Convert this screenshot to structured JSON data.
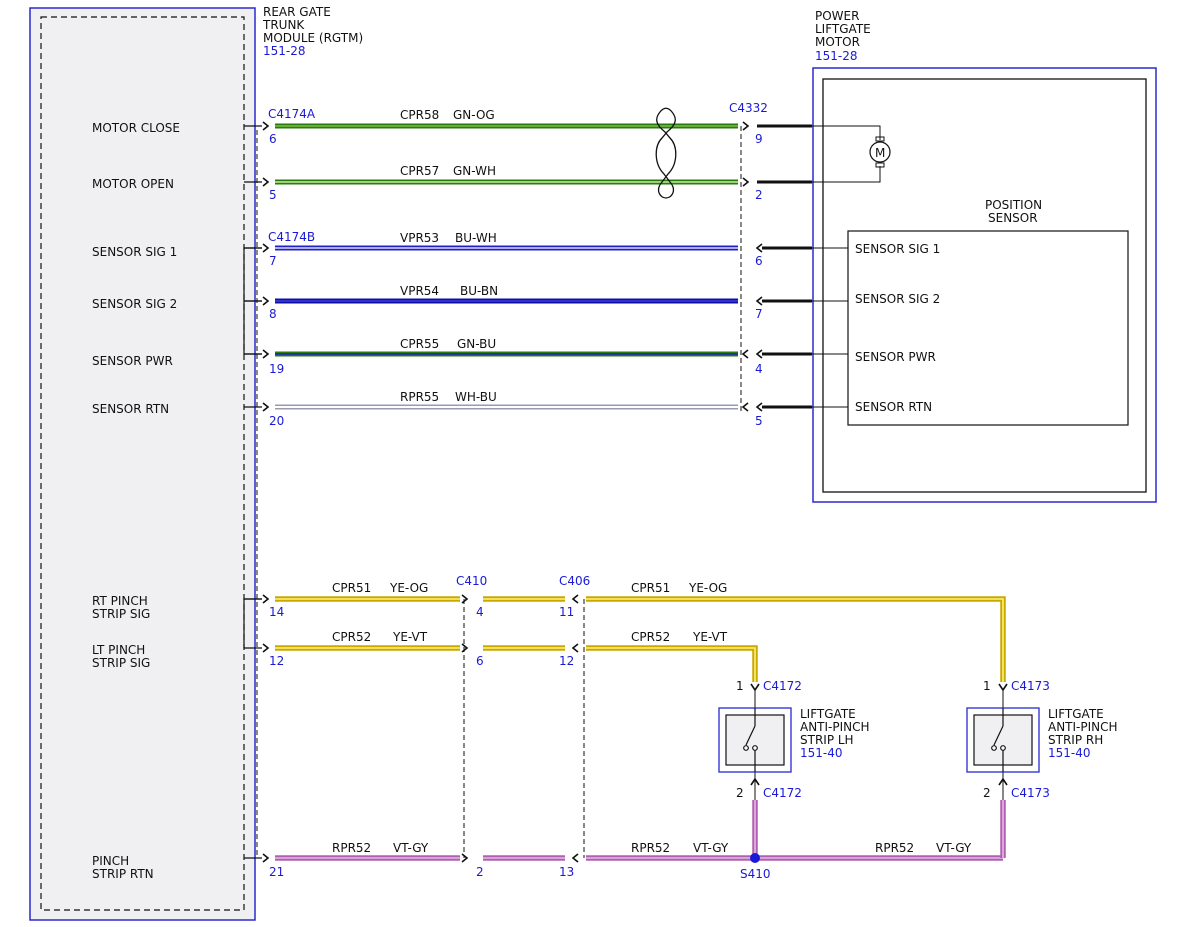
{
  "colors": {
    "module_border": "#2a2ad0",
    "connector_label": "#1a1ad6",
    "green": "#2a7a10",
    "green_stripe": "#7bc043",
    "dark_blue": "#2020c8",
    "navy": "#1010a0",
    "yellow": "#f2d200",
    "violet": "#c878c8",
    "gray": "#bcbcc8"
  },
  "rgtm": {
    "title_lines": [
      "REAR GATE",
      "TRUNK",
      "MODULE (RGTM)"
    ],
    "ref": "151-28",
    "pins": {
      "motor_close": [
        "MOTOR CLOSE"
      ],
      "motor_open": [
        "MOTOR OPEN"
      ],
      "sensor_sig1": [
        "SENSOR SIG 1"
      ],
      "sensor_sig2": [
        "SENSOR SIG 2"
      ],
      "sensor_pwr": [
        "SENSOR PWR"
      ],
      "sensor_rtn": [
        "SENSOR RTN"
      ],
      "rt_pinch": [
        "RT PINCH",
        "STRIP SIG"
      ],
      "lt_pinch": [
        "LT PINCH",
        "STRIP SIG"
      ],
      "pinch_rtn": [
        "PINCH",
        "STRIP RTN"
      ]
    }
  },
  "motor": {
    "title_lines": [
      "POWER",
      "LIFTGATE",
      "MOTOR"
    ],
    "ref": "151-28",
    "sensor_title_lines": [
      "POSITION",
      "SENSOR"
    ],
    "labels": {
      "sig1": "SENSOR SIG 1",
      "sig2": "SENSOR SIG 2",
      "pwr": "SENSOR PWR",
      "rtn": "SENSOR RTN"
    },
    "motor_symbol": "M"
  },
  "connectors": {
    "c4174a": "C4174A",
    "c4174b": "C4174B",
    "c4332": "C4332",
    "c410": "C410",
    "c406": "C406",
    "c4172": "C4172",
    "c4173": "C4173",
    "s410": "S410"
  },
  "circuits": {
    "w1": {
      "code": "CPR58",
      "color": "GN-OG",
      "pin_a": "6",
      "pin_b": "9"
    },
    "w2": {
      "code": "CPR57",
      "color": "GN-WH",
      "pin_a": "5",
      "pin_b": "2"
    },
    "w3": {
      "code": "VPR53",
      "color": "BU-WH",
      "pin_a": "7",
      "pin_b": "6"
    },
    "w4": {
      "code": "VPR54",
      "color": "BU-BN",
      "pin_a": "8",
      "pin_b": "7"
    },
    "w5": {
      "code": "CPR55",
      "color": "GN-BU",
      "pin_a": "19",
      "pin_b": "4"
    },
    "w6": {
      "code": "RPR55",
      "color": "WH-BU",
      "pin_a": "20",
      "pin_b": "5"
    },
    "rt": {
      "code": "CPR51",
      "color": "YE-OG",
      "pin_a": "14",
      "pin_c410": "4",
      "pin_c406": "11",
      "code2": "CPR51",
      "color2": "YE-OG"
    },
    "lt": {
      "code": "CPR52",
      "color": "YE-VT",
      "pin_a": "12",
      "pin_c410": "6",
      "pin_c406": "12",
      "code2": "CPR52",
      "color2": "YE-VT"
    },
    "rtn": {
      "code": "RPR52",
      "color": "VT-GY",
      "pin_a": "21",
      "pin_c410": "2",
      "pin_c406": "13",
      "code2": "RPR52",
      "color2": "VT-GY",
      "code3": "RPR52",
      "color3": "VT-GY"
    }
  },
  "strip_lh": {
    "title_lines": [
      "LIFTGATE",
      "ANTI-PINCH",
      "STRIP LH"
    ],
    "ref": "151-40",
    "pin_top": "1",
    "pin_bottom": "2"
  },
  "strip_rh": {
    "title_lines": [
      "LIFTGATE",
      "ANTI-PINCH",
      "STRIP RH"
    ],
    "ref": "151-40",
    "pin_top": "1",
    "pin_bottom": "2"
  }
}
